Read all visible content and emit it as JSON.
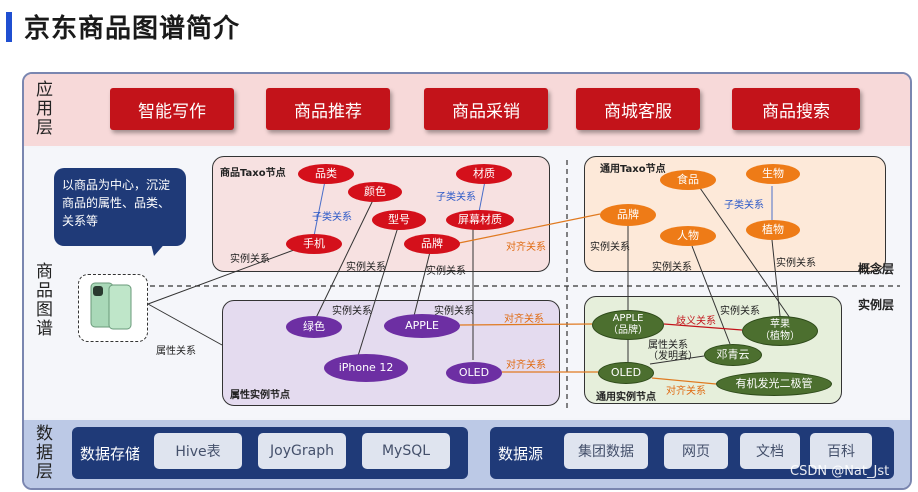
{
  "title": "京东商品图谱简介",
  "layers": {
    "application": "应用层",
    "graph": "商品图谱",
    "data": "数据层"
  },
  "app_buttons": [
    "智能写作",
    "商品推荐",
    "商品采销",
    "商城客服",
    "商品搜索"
  ],
  "callout": "以商品为中心，沉淀商品的属性、品类、关系等",
  "side_labels": {
    "concept": "概念层",
    "instance": "实例层"
  },
  "product_taxo": {
    "title": "商品Taxo节点",
    "nodes": {
      "category": "品类",
      "color": "颜色",
      "model": "型号",
      "phone": "手机",
      "brand": "品牌",
      "material": "材质",
      "screen": "屏幕材质"
    }
  },
  "general_taxo": {
    "title": "通用Taxo节点",
    "nodes": {
      "food": "食品",
      "creature": "生物",
      "brand": "品牌",
      "person": "人物",
      "plant": "植物"
    }
  },
  "attr_instance": {
    "title": "属性实例节点",
    "nodes": {
      "green": "绿色",
      "apple": "APPLE",
      "iphone": "iPhone 12",
      "oled": "OLED"
    }
  },
  "general_instance": {
    "title": "通用实例节点",
    "nodes": {
      "apple_brand": "APPLE\n（品牌）",
      "apple_plant": "苹果\n（植物）",
      "dengqingyun": "邓青云",
      "oled": "OLED",
      "oled_full": "有机发光二极管"
    }
  },
  "relations": {
    "subclass": "子类关系",
    "instance": "实例关系",
    "align": "对齐关系",
    "attribute": "属性关系",
    "ambiguity": "歧义关系",
    "attr_inventor": "属性关系\n（发明者）"
  },
  "data_layer": {
    "storage_head": "数据存储",
    "storage": [
      "Hive表",
      "JoyGraph",
      "MySQL"
    ],
    "source_head": "数据源",
    "sources": [
      "集团数据",
      "网页",
      "文档",
      "百科"
    ]
  },
  "watermark": "CSDN @Nat_Jst"
}
